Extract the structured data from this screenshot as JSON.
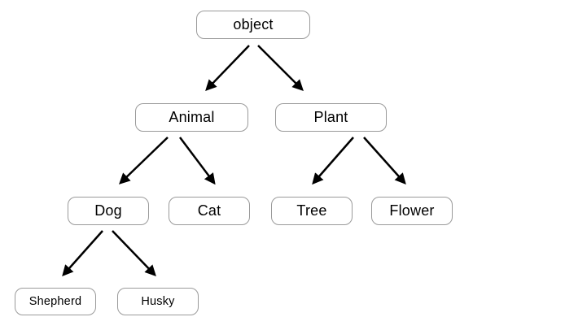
{
  "diagram": {
    "type": "tree",
    "description": "Class inheritance hierarchy diagram",
    "nodes": [
      {
        "id": "object",
        "label": "object",
        "level": 0
      },
      {
        "id": "animal",
        "label": "Animal",
        "level": 1
      },
      {
        "id": "plant",
        "label": "Plant",
        "level": 1
      },
      {
        "id": "dog",
        "label": "Dog",
        "level": 2
      },
      {
        "id": "cat",
        "label": "Cat",
        "level": 2
      },
      {
        "id": "tree",
        "label": "Tree",
        "level": 2
      },
      {
        "id": "flower",
        "label": "Flower",
        "level": 2
      },
      {
        "id": "shepherd",
        "label": "Shepherd",
        "level": 3
      },
      {
        "id": "husky",
        "label": "Husky",
        "level": 3
      }
    ],
    "edges": [
      {
        "from": "object",
        "to": "Animal"
      },
      {
        "from": "object",
        "to": "Plant"
      },
      {
        "from": "Animal",
        "to": "Dog"
      },
      {
        "from": "Animal",
        "to": "Cat"
      },
      {
        "from": "Plant",
        "to": "Tree"
      },
      {
        "from": "Plant",
        "to": "Flower"
      },
      {
        "from": "Dog",
        "to": "Shepherd"
      },
      {
        "from": "Dog",
        "to": "Husky"
      }
    ],
    "colors": {
      "node_border": "#9a9a9a",
      "node_fill": "#ffffff",
      "edge": "#000000",
      "text": "#000000"
    }
  }
}
